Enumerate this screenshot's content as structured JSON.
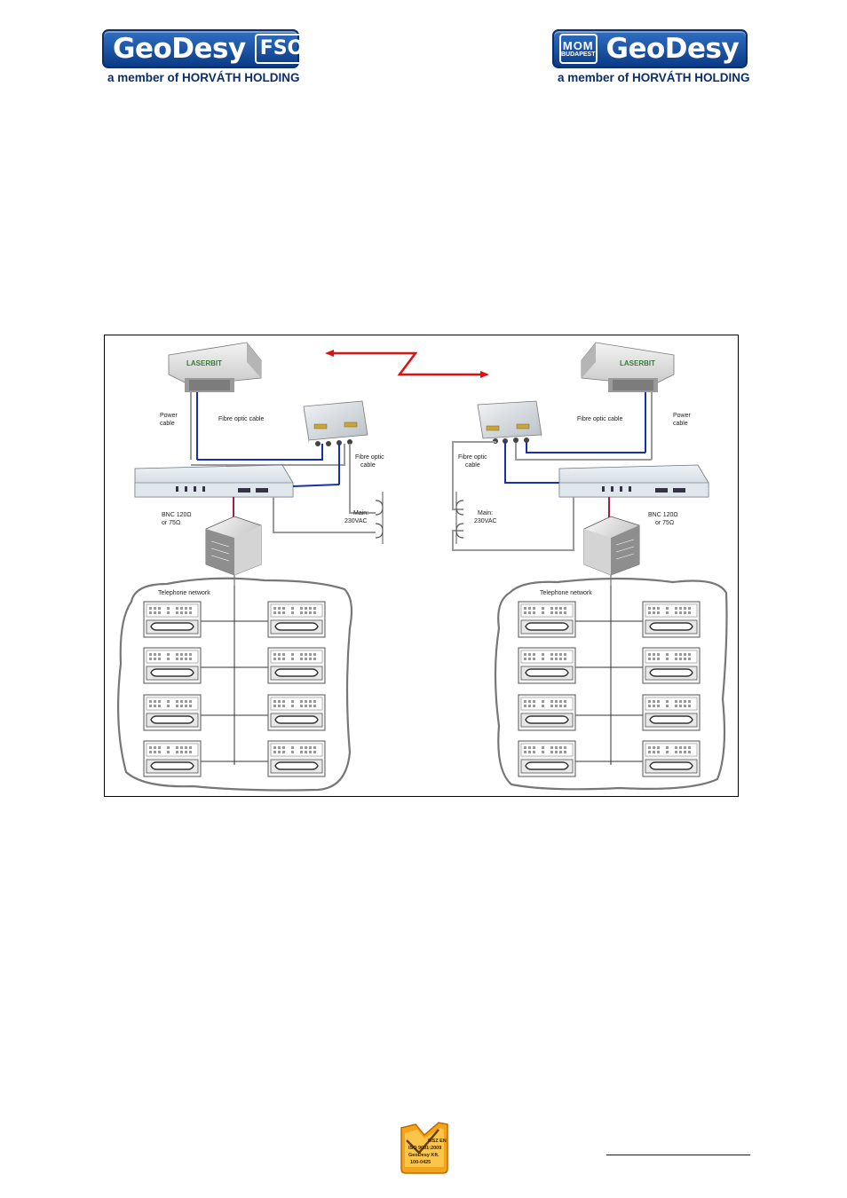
{
  "header": {
    "left_logo": {
      "brand": "GeoDesy",
      "sub": "FSO",
      "tagline": "a member of HORVÁTH HOLDING"
    },
    "right_logo": {
      "mom": "MOM",
      "mom_sub": "BUDAPEST",
      "brand": "GeoDesy",
      "tagline": "a member of HORVÁTH HOLDING"
    }
  },
  "diagram": {
    "left": {
      "head_label": "LASERBIT",
      "power_cable": [
        "Power",
        "cable"
      ],
      "fibre_optic_cable": "Fibre optic cable",
      "fibre_optic_cable2": [
        "Fibre optic",
        "cable"
      ],
      "bnc": [
        "BNC 120Ω",
        "or 75Ω"
      ],
      "mains": [
        "Main:",
        "230VAC"
      ],
      "telephone_network": "Telephone network"
    },
    "right": {
      "head_label": "LASERBIT",
      "power_cable": [
        "Power",
        "cable"
      ],
      "fibre_optic_cable": "Fibre optic cable",
      "fibre_optic_cable2": [
        "Fibre optic",
        "cable"
      ],
      "bnc": [
        "BNC 120Ω",
        "or 75Ω"
      ],
      "mains": [
        "Main:",
        "230VAC"
      ],
      "telephone_network": "Telephone network"
    },
    "colors": {
      "laser_link": "#e01010",
      "fibre": "#1a2fb0",
      "cable": "#9a9a9a",
      "bnc": "#a0204a"
    }
  },
  "footer": {
    "iso_badge": [
      "MSZ EN",
      "ISO 9001:2009",
      "GeoDesy Kft.",
      "100-0425"
    ],
    "link_text": ""
  }
}
